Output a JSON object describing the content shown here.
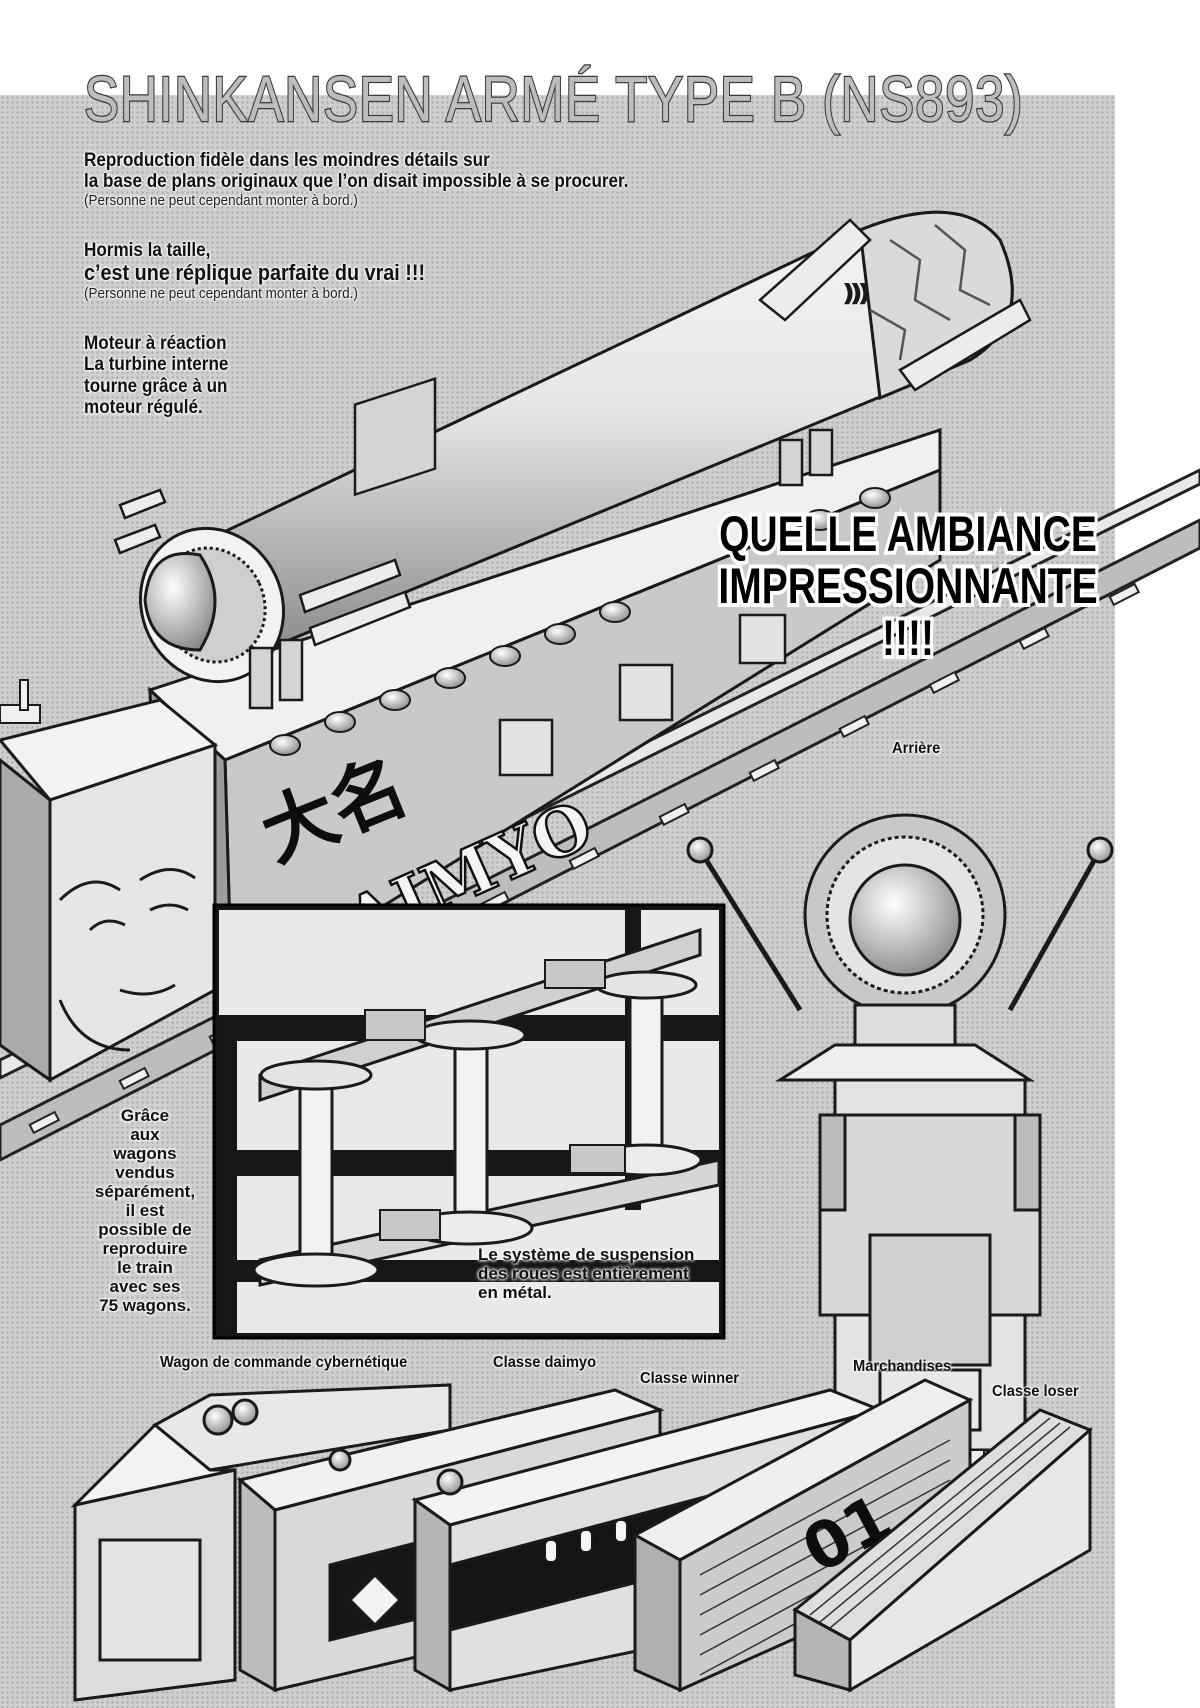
{
  "title": "SHINKANSEN ARMÉ TYPE B (NS893)",
  "blocks": {
    "b1": {
      "line1": "Reproduction fidèle dans les moindres détails sur",
      "line2": "la base de plans originaux que l’on disait impossible à se procurer.",
      "note": "(Personne ne peut cependant monter à bord.)"
    },
    "b2": {
      "line1": "Hormis la taille,",
      "line2": "c’est une réplique parfaite du vrai !!!",
      "note": "(Personne ne peut cependant monter à bord.)"
    },
    "b3": {
      "line1": "Moteur à réaction",
      "line2": "La turbine interne",
      "line3": "tourne grâce à un",
      "line4": "moteur régulé."
    }
  },
  "exclamation": {
    "line1": "QUELLE AMBIANCE",
    "line2": "IMPRESSIONNANTE",
    "line3": "!!!!"
  },
  "labels": {
    "rear": "Arrière",
    "wagons_note": [
      "Grâce",
      "aux",
      "wagons",
      "vendus",
      "séparément,",
      "il est",
      "possible de",
      "reproduire",
      "le train",
      "avec ses",
      "75 wagons."
    ],
    "suspension": {
      "line1": "Le système de suspension",
      "line2": "des roues est entièrement",
      "line3": "en métal."
    },
    "car_types": {
      "cyber": "Wagon de commande cybernétique",
      "daimyo": "Classe daimyo",
      "winner": "Classe winner",
      "freight": "Marchandises",
      "loser": "Classe loser"
    }
  },
  "markings": {
    "side_kanji": "大名",
    "side_latin": "DAIMYO",
    "freight_number": "01"
  },
  "colors": {
    "ink": "#111111",
    "screentone": "#cfcfcf",
    "title_fill": "#bdbdbd"
  }
}
